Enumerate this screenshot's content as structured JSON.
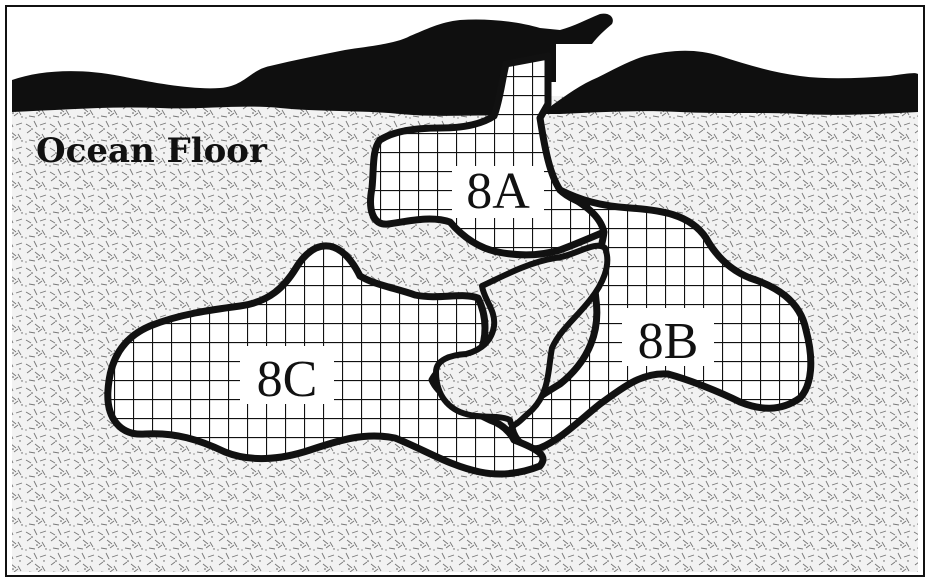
{
  "map": {
    "title": "Ocean Floor",
    "regions": [
      {
        "id": "8A",
        "label": "8A"
      },
      {
        "id": "8B",
        "label": "8B"
      },
      {
        "id": "8C",
        "label": "8C"
      }
    ],
    "colors": {
      "ink": "#111111",
      "sea_mass": "#0f0f0f",
      "rock_fill": "#ececec",
      "paper": "#ffffff",
      "grid_lines": "#111111"
    }
  }
}
